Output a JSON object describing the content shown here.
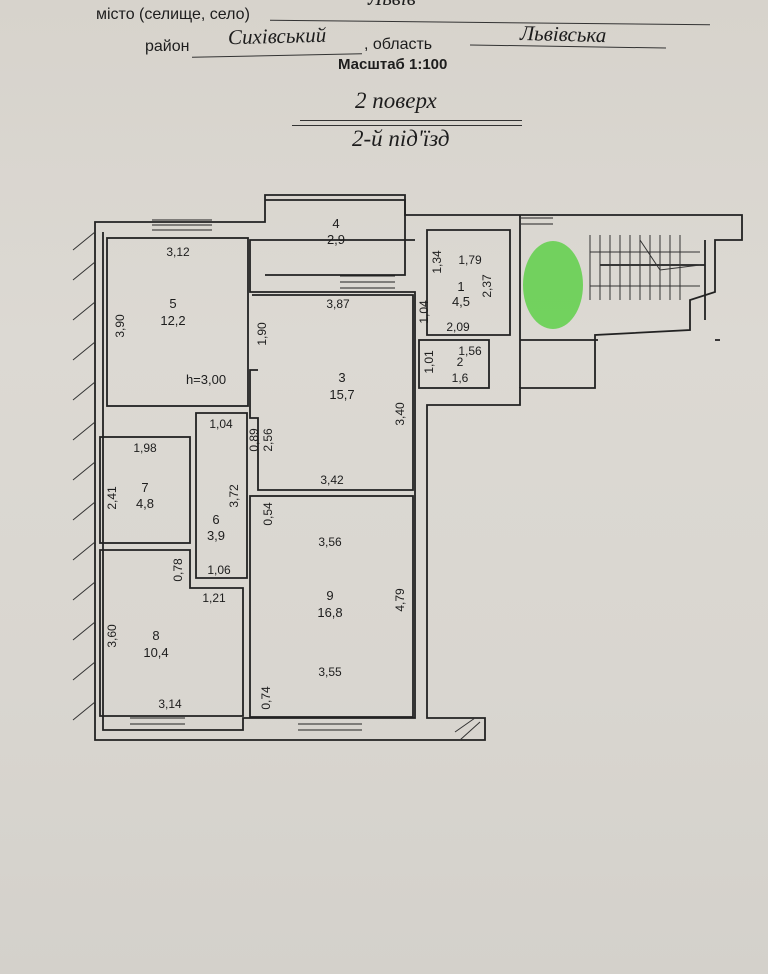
{
  "header": {
    "city_label": "місто (селище, село)",
    "city_value": "Львів",
    "district_label": "район",
    "district_value": "Сихівський",
    "region_label": ", область",
    "region_value": "Львівська",
    "scale_label": "Масштаб 1:100",
    "floor_title": "2 поверх",
    "entrance_title": "2-й під'їзд"
  },
  "plan": {
    "ceiling_height": "h=3,00",
    "highlight_color": "#5fd04a",
    "rooms": [
      {
        "id": "1",
        "area": "4,5"
      },
      {
        "id": "2",
        "area": "1,6"
      },
      {
        "id": "3",
        "area": "15,7"
      },
      {
        "id": "4",
        "area": "2,9"
      },
      {
        "id": "5",
        "area": "12,2"
      },
      {
        "id": "6",
        "area": "3,9"
      },
      {
        "id": "7",
        "area": "4,8"
      },
      {
        "id": "8",
        "area": "10,4"
      },
      {
        "id": "9",
        "area": "16,8"
      }
    ],
    "dimensions": [
      "3,12",
      "3,90",
      "3,87",
      "1,90",
      "1,34",
      "1,79",
      "2,37",
      "1,04",
      "2,09",
      "1,01",
      "1,56",
      "3,40",
      "1,04",
      "0,89",
      "2,56",
      "1,98",
      "2,41",
      "3,72",
      "3,42",
      "0,54",
      "3,56",
      "4,79",
      "0,78",
      "1,06",
      "1,21",
      "3,60",
      "3,14",
      "0,74",
      "3,55"
    ]
  }
}
